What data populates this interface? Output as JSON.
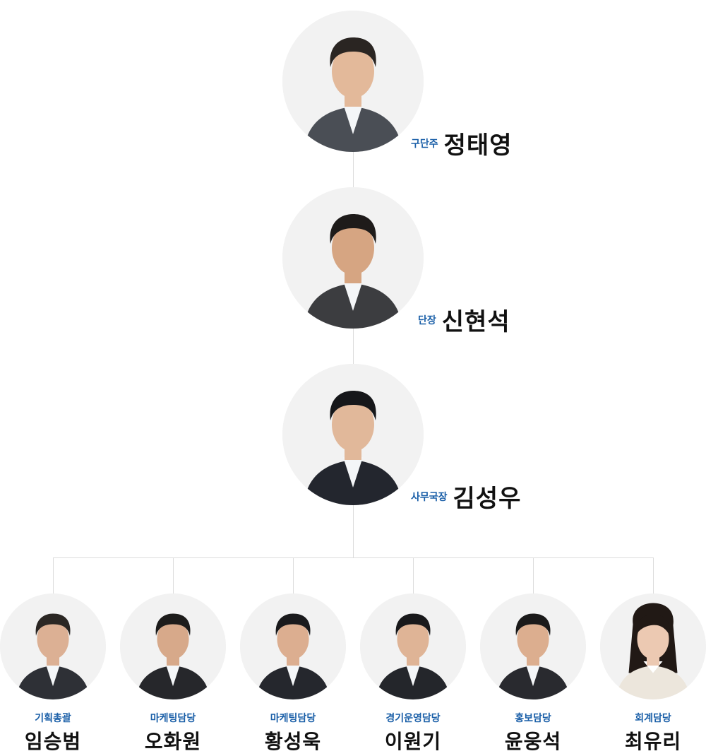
{
  "leaders": [
    {
      "role": "구단주",
      "name": "정태영",
      "hair": "#2a2522",
      "suit": "#4a4e55",
      "skin": "#e3b99a"
    },
    {
      "role": "단장",
      "name": "신현석",
      "hair": "#1e1b1a",
      "suit": "#3c3d40",
      "skin": "#d6a582"
    },
    {
      "role": "사무국장",
      "name": "김성우",
      "hair": "#16171a",
      "suit": "#23262e",
      "skin": "#e1b89a"
    }
  ],
  "staff": [
    {
      "role": "기획총괄",
      "name": "임승범",
      "hair": "#2b2724",
      "suit": "#2e3036",
      "skin": "#dcb094"
    },
    {
      "role": "마케팅담당",
      "name": "오화원",
      "hair": "#1d1c1b",
      "suit": "#26272b",
      "skin": "#d7a98a"
    },
    {
      "role": "마케팅담당",
      "name": "황성욱",
      "hair": "#1a1a1c",
      "suit": "#25272d",
      "skin": "#dcae90"
    },
    {
      "role": "경기운영담당",
      "name": "이원기",
      "hair": "#19191b",
      "suit": "#24262b",
      "skin": "#dfb496"
    },
    {
      "role": "홍보담당",
      "name": "윤웅석",
      "hair": "#1b1a1a",
      "suit": "#292a2f",
      "skin": "#dcae8f"
    },
    {
      "role": "회계담당",
      "name": "최유리",
      "hair": "#211915",
      "suit": "#ece6dc",
      "skin": "#ecc9b2"
    }
  ]
}
